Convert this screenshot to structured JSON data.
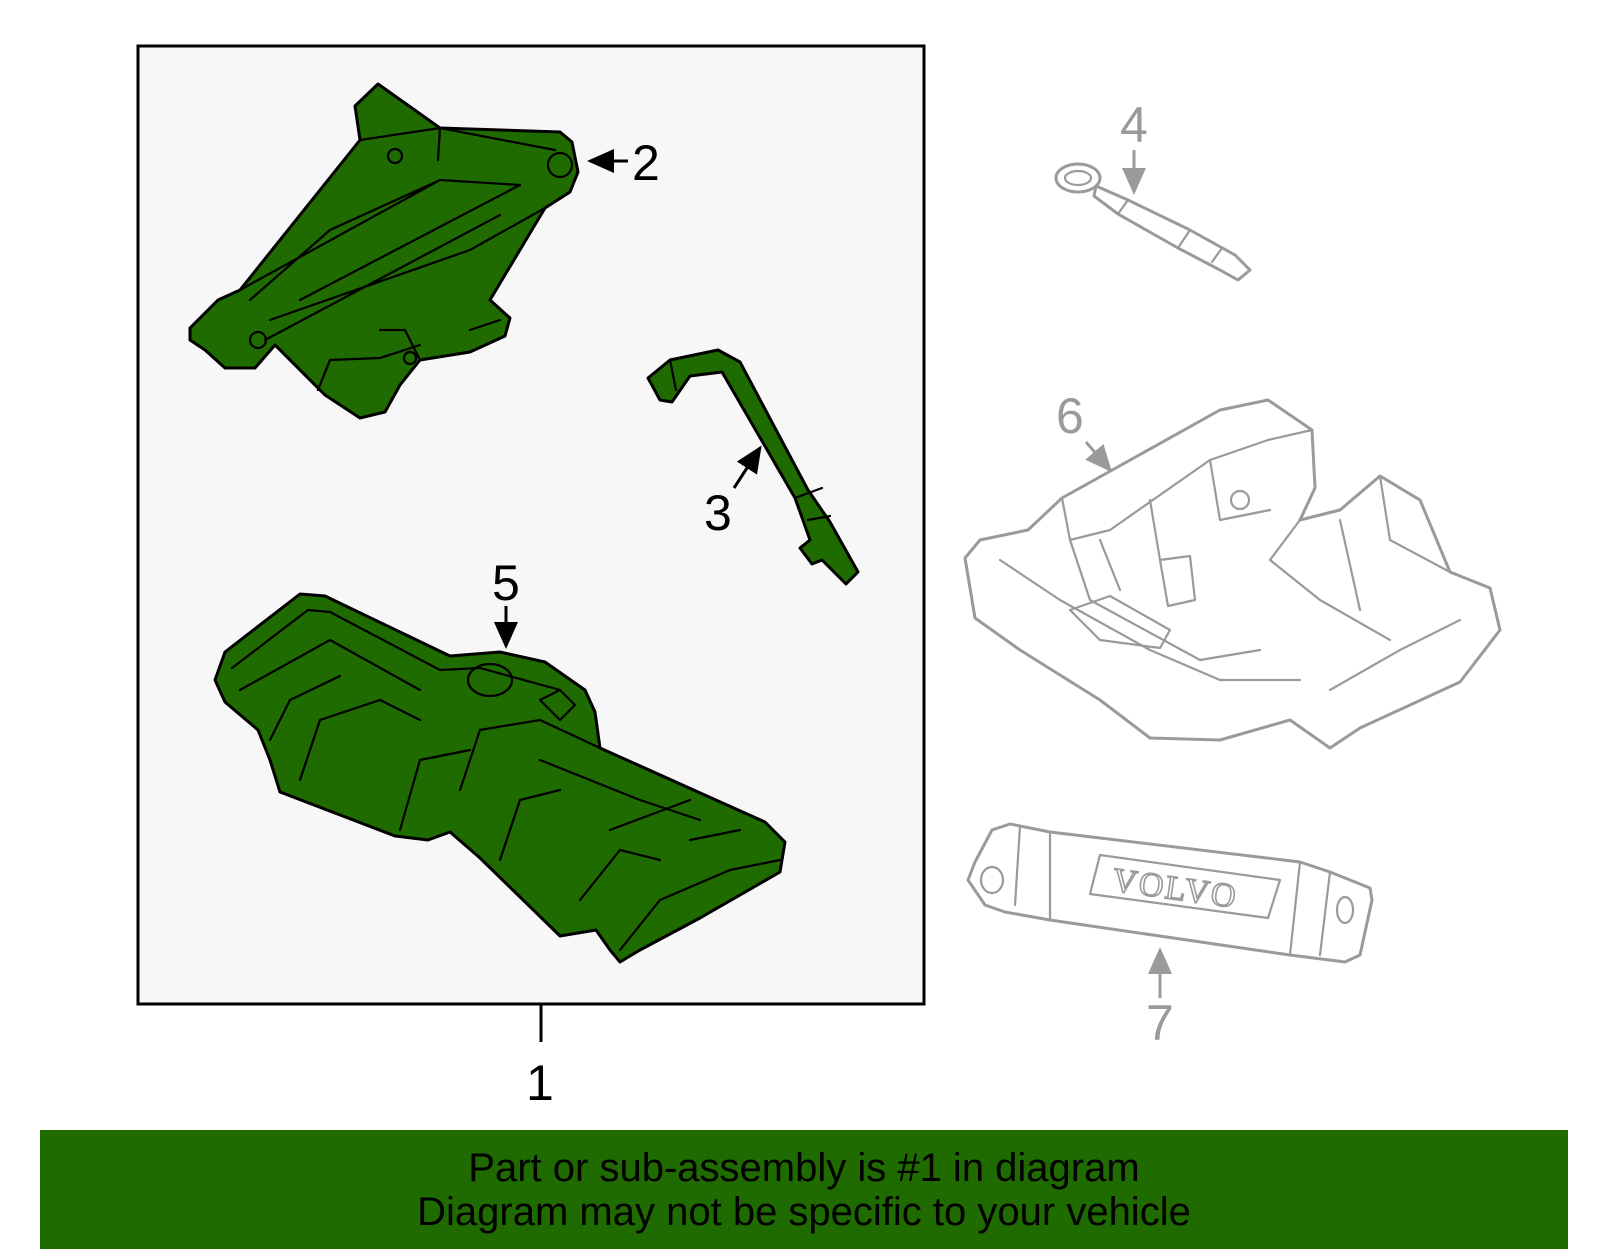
{
  "callouts": {
    "c1": "1",
    "c2": "2",
    "c3": "3",
    "c4": "4",
    "c5": "5",
    "c6": "6",
    "c7": "7"
  },
  "brand_mark": "VOLVO",
  "banner": {
    "line1": "Part or sub-assembly is #1 in diagram",
    "line2": "Diagram may not be specific to your vehicle"
  },
  "colors": {
    "highlight_parts": "#1f6b00",
    "banner_background": "#1f6b00",
    "inactive_parts": "#9a9a9a",
    "box_background": "#f7f7f7"
  }
}
